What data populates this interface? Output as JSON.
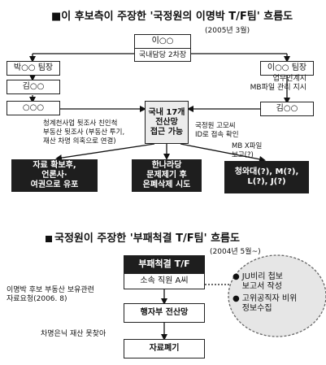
{
  "diagram1": {
    "title": "■이 후보측이 주장한 '국정원의 이명박 T/F팀' 흐름도",
    "date": "(2005년 3월)",
    "top_box_name": "이○○",
    "top_box_role": "국내담당 2차장",
    "left_chain": [
      "박○○ 팀장",
      "김○○",
      "○○○"
    ],
    "right_chain": [
      "이○○ 팀장",
      "김○○"
    ],
    "right_note": "업무인계시\nMB파일 관리 지시",
    "center_box": "국내 17개\n전산망\n접근 가능",
    "left_note": "청계천사업 뒷조사 친인척\n부동산 뒷조사 (부동산 투기,\n재산 차명 의혹으로 연결)",
    "right_note2": "국정원 고모씨\nID로 접속 확인",
    "mb_note": "MB X파일\n보고(?)",
    "bottom_boxes": [
      "자료 확보후,\n언론사·\n여권으로 유포",
      "한나라당\n문제제기 후\n은폐삭제 시도",
      "청와대(?), M(?),\nL(?), J(?)"
    ]
  },
  "diagram2": {
    "title": "국정원이 주장한 '부패척결 T/F팀' 흐름도",
    "date": "(2004년 5월~)",
    "tf_box": "부패척결 T/F",
    "staff": "소속 직원 A씨",
    "left_note": "이명박 후보 부동산 보유관련\n자료요청(2006. 8)",
    "network_box": "행자부 전산망",
    "left_note2": "차명은닉 재산 못찾아",
    "disposal_box": "자료폐기",
    "circle_items": [
      "JU비리 첩보\n보고서 작성",
      "고위공직자 비위\n정보수집"
    ]
  }
}
